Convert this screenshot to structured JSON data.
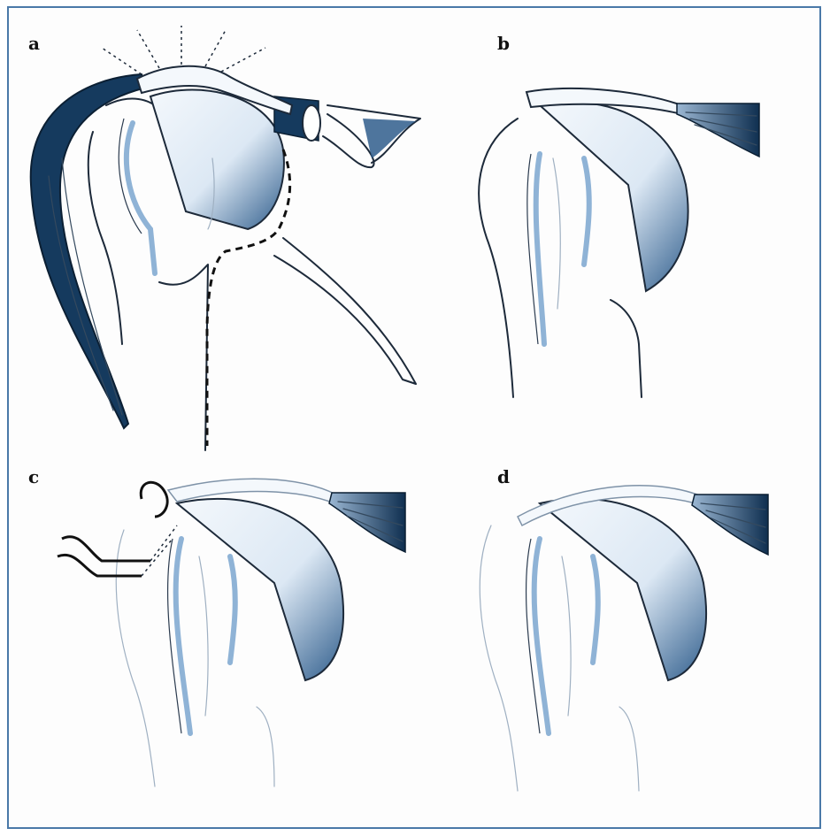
{
  "figure": {
    "panels": [
      {
        "label": "a"
      },
      {
        "label": "b"
      },
      {
        "label": "c"
      },
      {
        "label": "d"
      }
    ]
  },
  "colors": {
    "border": "#4a79a8",
    "ink": "#1d2a3a",
    "cartilage_light": "#eef4fb",
    "cartilage_dark": "#2f5d8c",
    "muscle": "#153a5e"
  }
}
